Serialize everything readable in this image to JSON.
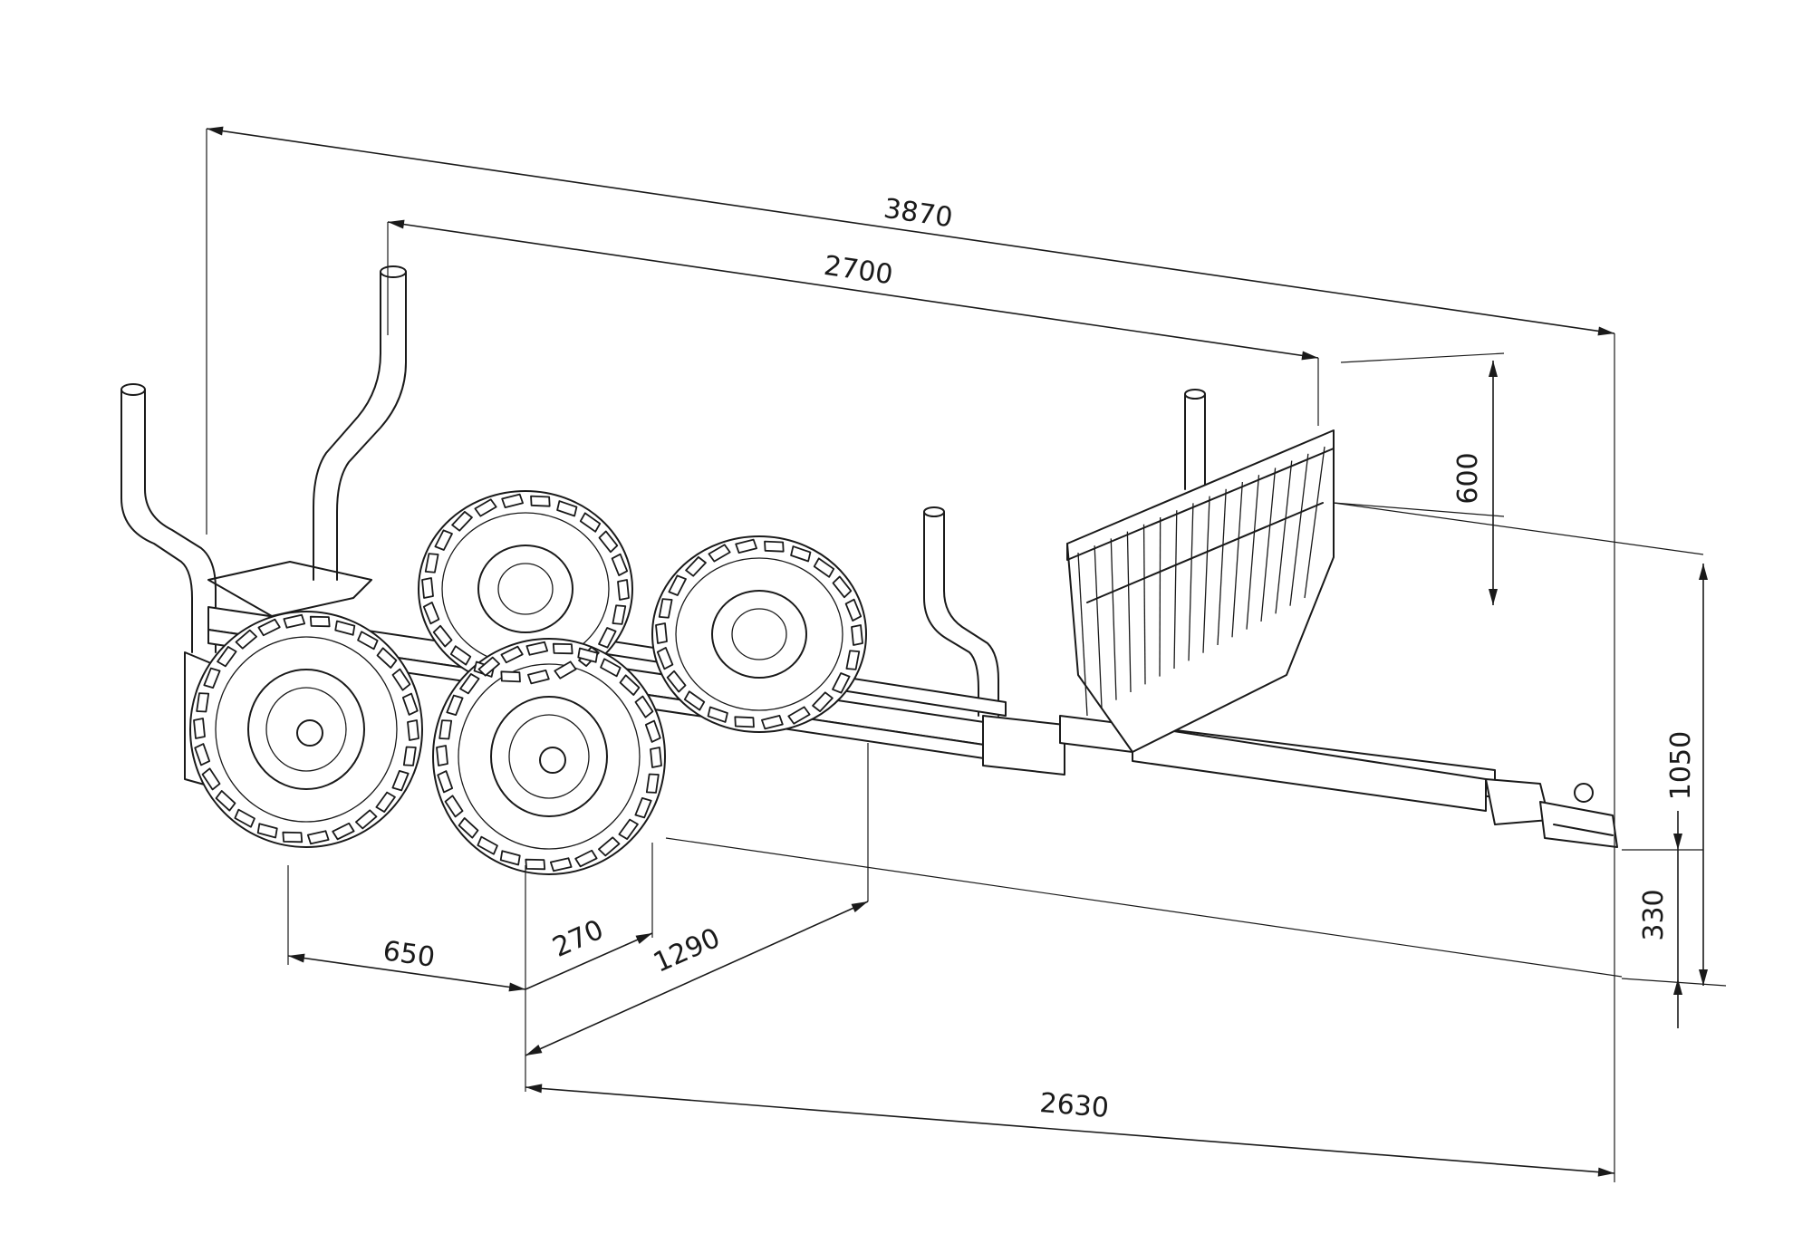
{
  "drawing": {
    "subject": "forestry-trailer",
    "line_color": "#1a1a1a",
    "background": "#ffffff"
  },
  "dimensions": {
    "overall_length": "3870",
    "frame_length": "2700",
    "grille_height": "600",
    "overall_height": "1050",
    "drawbar_height": "330",
    "track_width": "650",
    "wheel_offset": "270",
    "wheelbase": "1290",
    "overall_width": "2630"
  }
}
